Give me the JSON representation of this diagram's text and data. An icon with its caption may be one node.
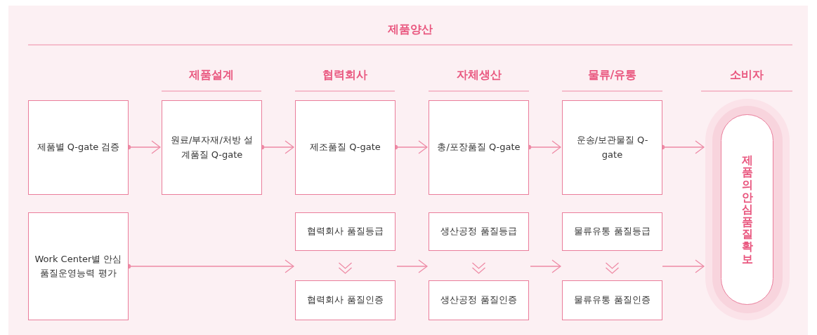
{
  "diagram": {
    "title": "제품양산",
    "nodes": [
      {
        "text": [
          "제품별 Q-gate 검증"
        ]
      },
      {
        "text": [
          "원료/부자재/처방 설계품질 Q-gate"
        ]
      },
      {
        "text": [
          "제조품질 Q-gate"
        ]
      },
      {
        "text": [
          "총/포장품질 Q-gate"
        ]
      },
      {
        "text": [
          "운송/보관물질 Q-gate"
        ]
      },
      {
        "text": [
          "제품의 안심품질 확보"
        ]
      },
      {
        "text": [
          "Work Center별 안심품질운영능력 평가"
        ]
      },
      {
        "text": [
          "협력회사 품질등급"
        ]
      },
      {
        "text": [
          "협력회사 품질인증"
        ]
      },
      {
        "text": [
          "생산공정 품질등급"
        ]
      },
      {
        "text": [
          "생산공정 품질인증"
        ]
      },
      {
        "text": [
          "물류유통 품질등급"
        ]
      },
      {
        "text": [
          "물류유통 품질인증"
        ]
      }
    ],
    "edges": [
      {
        "from": 0,
        "to": 1,
        "arrow": "to"
      },
      {
        "from": 1,
        "to": 2,
        "arrow": "to"
      },
      {
        "from": 2,
        "to": 3,
        "arrow": "to"
      },
      {
        "from": 3,
        "to": 4,
        "arrow": "to"
      },
      {
        "from": 4,
        "to": 5,
        "arrow": "to"
      },
      {
        "from": 6,
        "to": 7,
        "arrow": "to"
      },
      {
        "from": 7,
        "to": 9,
        "arrow": "to"
      },
      {
        "from": 9,
        "to": 11,
        "arrow": "to"
      },
      {
        "from": 11,
        "to": 5,
        "arrow": "to"
      },
      {
        "from": 7,
        "to": 8,
        "arrow": "to"
      },
      {
        "from": 9,
        "to": 10,
        "arrow": "to"
      },
      {
        "from": 11,
        "to": 12,
        "arrow": "to"
      }
    ],
    "labels": [
      "제품설계",
      "협력회사",
      "자체생산",
      "물류/유통",
      "소비자"
    ]
  }
}
